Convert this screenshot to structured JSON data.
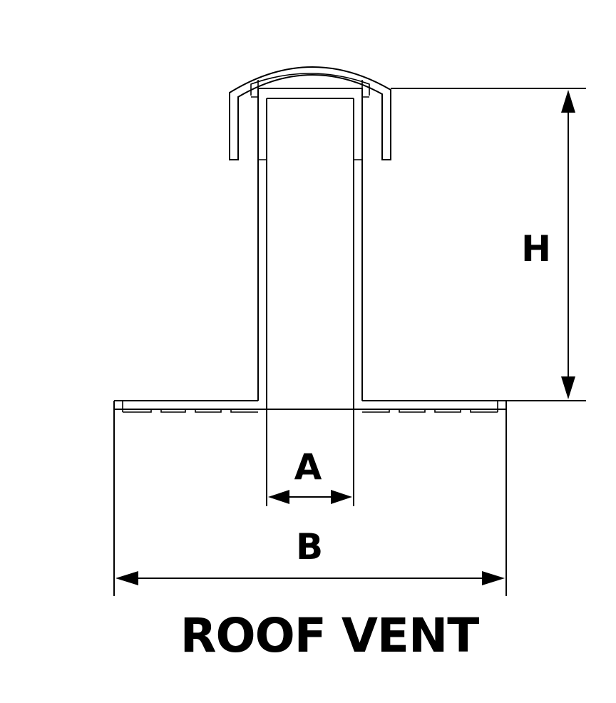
{
  "title": "ROOF VENT",
  "dimensions": {
    "a": "A",
    "b": "B",
    "h": "H"
  },
  "colors": {
    "line": "#000000",
    "background": "#ffffff"
  }
}
